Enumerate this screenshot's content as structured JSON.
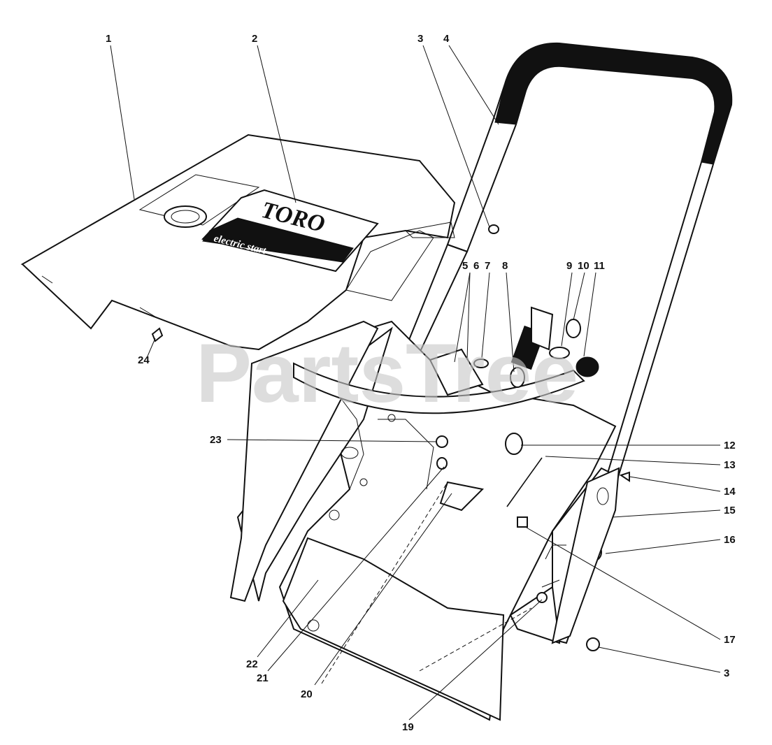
{
  "watermark": "PartsTree",
  "decal": {
    "brand": "TORO",
    "tagline": "electric start"
  },
  "callouts": [
    "1",
    "2",
    "3",
    "4",
    "5",
    "6",
    "7",
    "8",
    "9",
    "10",
    "11",
    "12",
    "13",
    "14",
    "15",
    "16",
    "17",
    "3",
    "19",
    "20",
    "21",
    "22",
    "23",
    "24"
  ]
}
